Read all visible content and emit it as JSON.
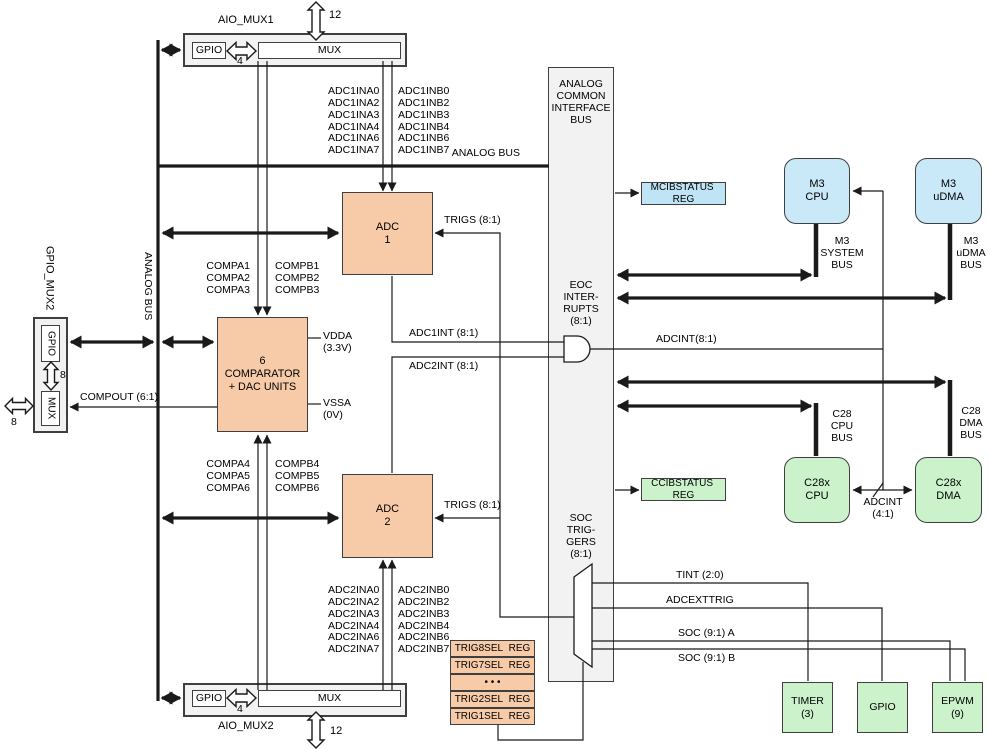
{
  "colors": {
    "adc_comparator_fill": "#F8CBA8",
    "m3_fill": "#C9E9F8",
    "status_reg_blue": "#BEE4F6",
    "c28_peripheral_green": "#CCF2CC",
    "bus_gray": "#F2F2F2",
    "line": "#1A1A1A"
  },
  "aio_mux1": {
    "title": "AIO_MUX1",
    "gpio": "GPIO",
    "mux": "MUX",
    "width4": "4",
    "width12": "12"
  },
  "aio_mux2": {
    "title": "AIO_MUX2",
    "gpio": "GPIO",
    "mux": "MUX",
    "width4": "4",
    "width12": "12"
  },
  "gpio_mux2": {
    "title": "GPIO_MUX2",
    "gpio": "GPIO",
    "mux": "MUX",
    "width8_top": "8",
    "width8_left": "8",
    "compout": "COMPOUT (6:1)"
  },
  "analog_bus": {
    "vertical": "ANALOG BUS",
    "horizontal": "ANALOG BUS"
  },
  "adc1": {
    "name": "ADC\n1",
    "in_a": "ADC1INA0\nADC1INA2\nADC1INA3\nADC1INA4\nADC1INA6\nADC1INA7",
    "in_b": "ADC1INB0\nADC1INB2\nADC1INB3\nADC1INB4\nADC1INB6\nADC1INB7",
    "trigs": "TRIGS (8:1)",
    "int": "ADC1INT (8:1)"
  },
  "adc2": {
    "name": "ADC\n2",
    "in_a": "ADC2INA0\nADC2INA2\nADC2INA3\nADC2INA4\nADC2INA6\nADC2INA7",
    "in_b": "ADC2INB0\nADC2INB2\nADC2INB3\nADC2INB4\nADC2INB6\nADC2INB7",
    "trigs": "TRIGS (8:1)",
    "int": "ADC2INT (8:1)"
  },
  "comparator": {
    "name": "6\nCOMPARATOR\n+ DAC UNITS",
    "compa_top": "COMPA1\nCOMPA2\nCOMPA3",
    "compb_top": "COMPB1\nCOMPB2\nCOMPB3",
    "compa_bottom": "COMPA4\nCOMPA5\nCOMPA6",
    "compb_bottom": "COMPB4\nCOMPB5\nCOMPB6",
    "vdda": "VDDA\n(3.3V)",
    "vssa": "VSSA\n(0V)"
  },
  "acib": {
    "title": "ANALOG\nCOMMON\nINTERFACE\nBUS",
    "eoc": "EOC\nINTER-\nRUPTS\n(8:1)",
    "soc": "SOC\nTRIG-\nGERS\n(8:1)"
  },
  "registers": {
    "mcibstatus": "MCIBSTATUS  REG",
    "ccibstatus": "CCIBSTATUS  REG",
    "trig_sel": [
      "TRIG8SEL  REG",
      "TRIG7SEL  REG",
      "• • •",
      "TRIG2SEL  REG",
      "TRIG1SEL  REG"
    ]
  },
  "m3": {
    "cpu": "M3\nCPU",
    "udma": "M3\nuDMA",
    "system_bus": "M3\nSYSTEM\nBUS",
    "udma_bus": "M3\nuDMA\nBUS"
  },
  "c28": {
    "cpu": "C28x\nCPU",
    "dma": "C28x\nDMA",
    "cpu_bus": "C28\nCPU\nBUS",
    "dma_bus": "C28\nDMA\nBUS"
  },
  "interrupts": {
    "adcint8": "ADCINT(8:1)",
    "adcint4": "ADCINT\n(4:1)"
  },
  "triggers": {
    "tint": "TINT (2:0)",
    "adcexttrig": "ADCEXTTRIG",
    "soc_a": "SOC (9:1) A",
    "soc_b": "SOC (9:1) B"
  },
  "peripherals": {
    "timer": "TIMER\n(3)",
    "gpio": "GPIO",
    "epwm": "EPWM\n(9)"
  }
}
